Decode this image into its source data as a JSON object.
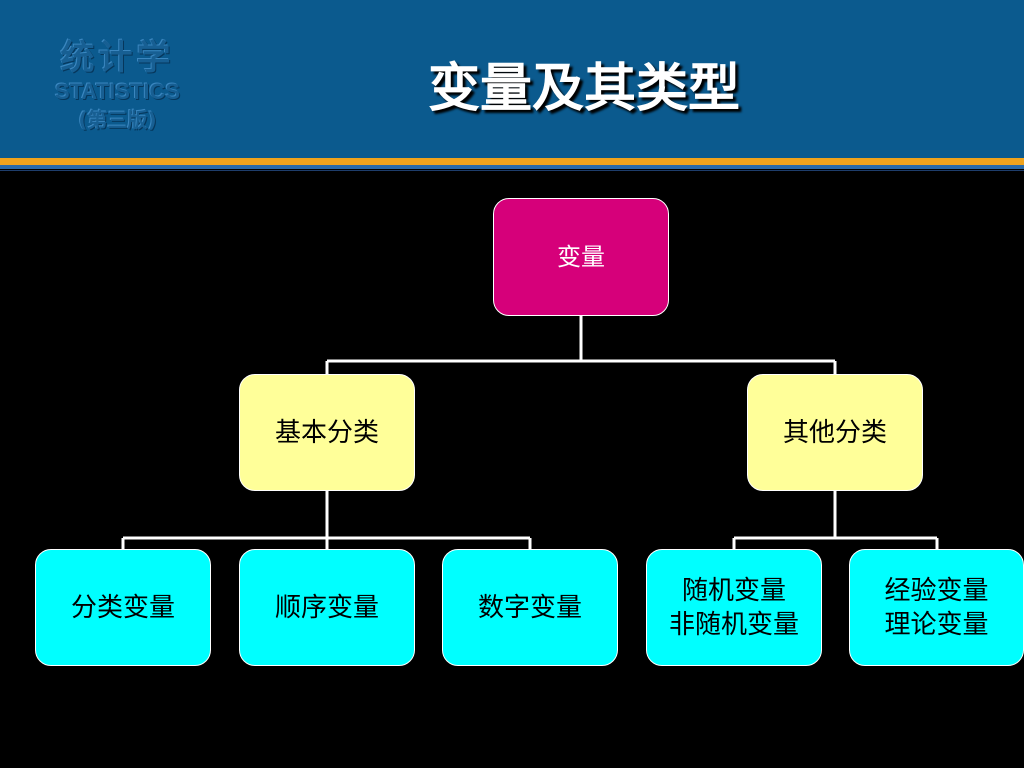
{
  "header": {
    "logo_cn": "统计学",
    "logo_en": "STATISTICS",
    "logo_edition": "(第三版)",
    "title": "变量及其类型"
  },
  "colors": {
    "header_bg": "#0b5a8e",
    "accent_orange": "#f0a31c",
    "root_fill": "#d6007a",
    "mid_fill": "#ffff99",
    "leaf_fill": "#00ffff",
    "connector": "#ffffff"
  },
  "tree": {
    "root": {
      "label": "变量"
    },
    "basic": {
      "label": "基本分类"
    },
    "other": {
      "label": "其他分类"
    },
    "categorical": {
      "label": "分类变量"
    },
    "ordinal": {
      "label": "顺序变量"
    },
    "numeric": {
      "label": "数字变量"
    },
    "random": {
      "label": "随机变量\n非随机变量"
    },
    "empirical": {
      "label": "经验变量\n理论变量"
    }
  }
}
